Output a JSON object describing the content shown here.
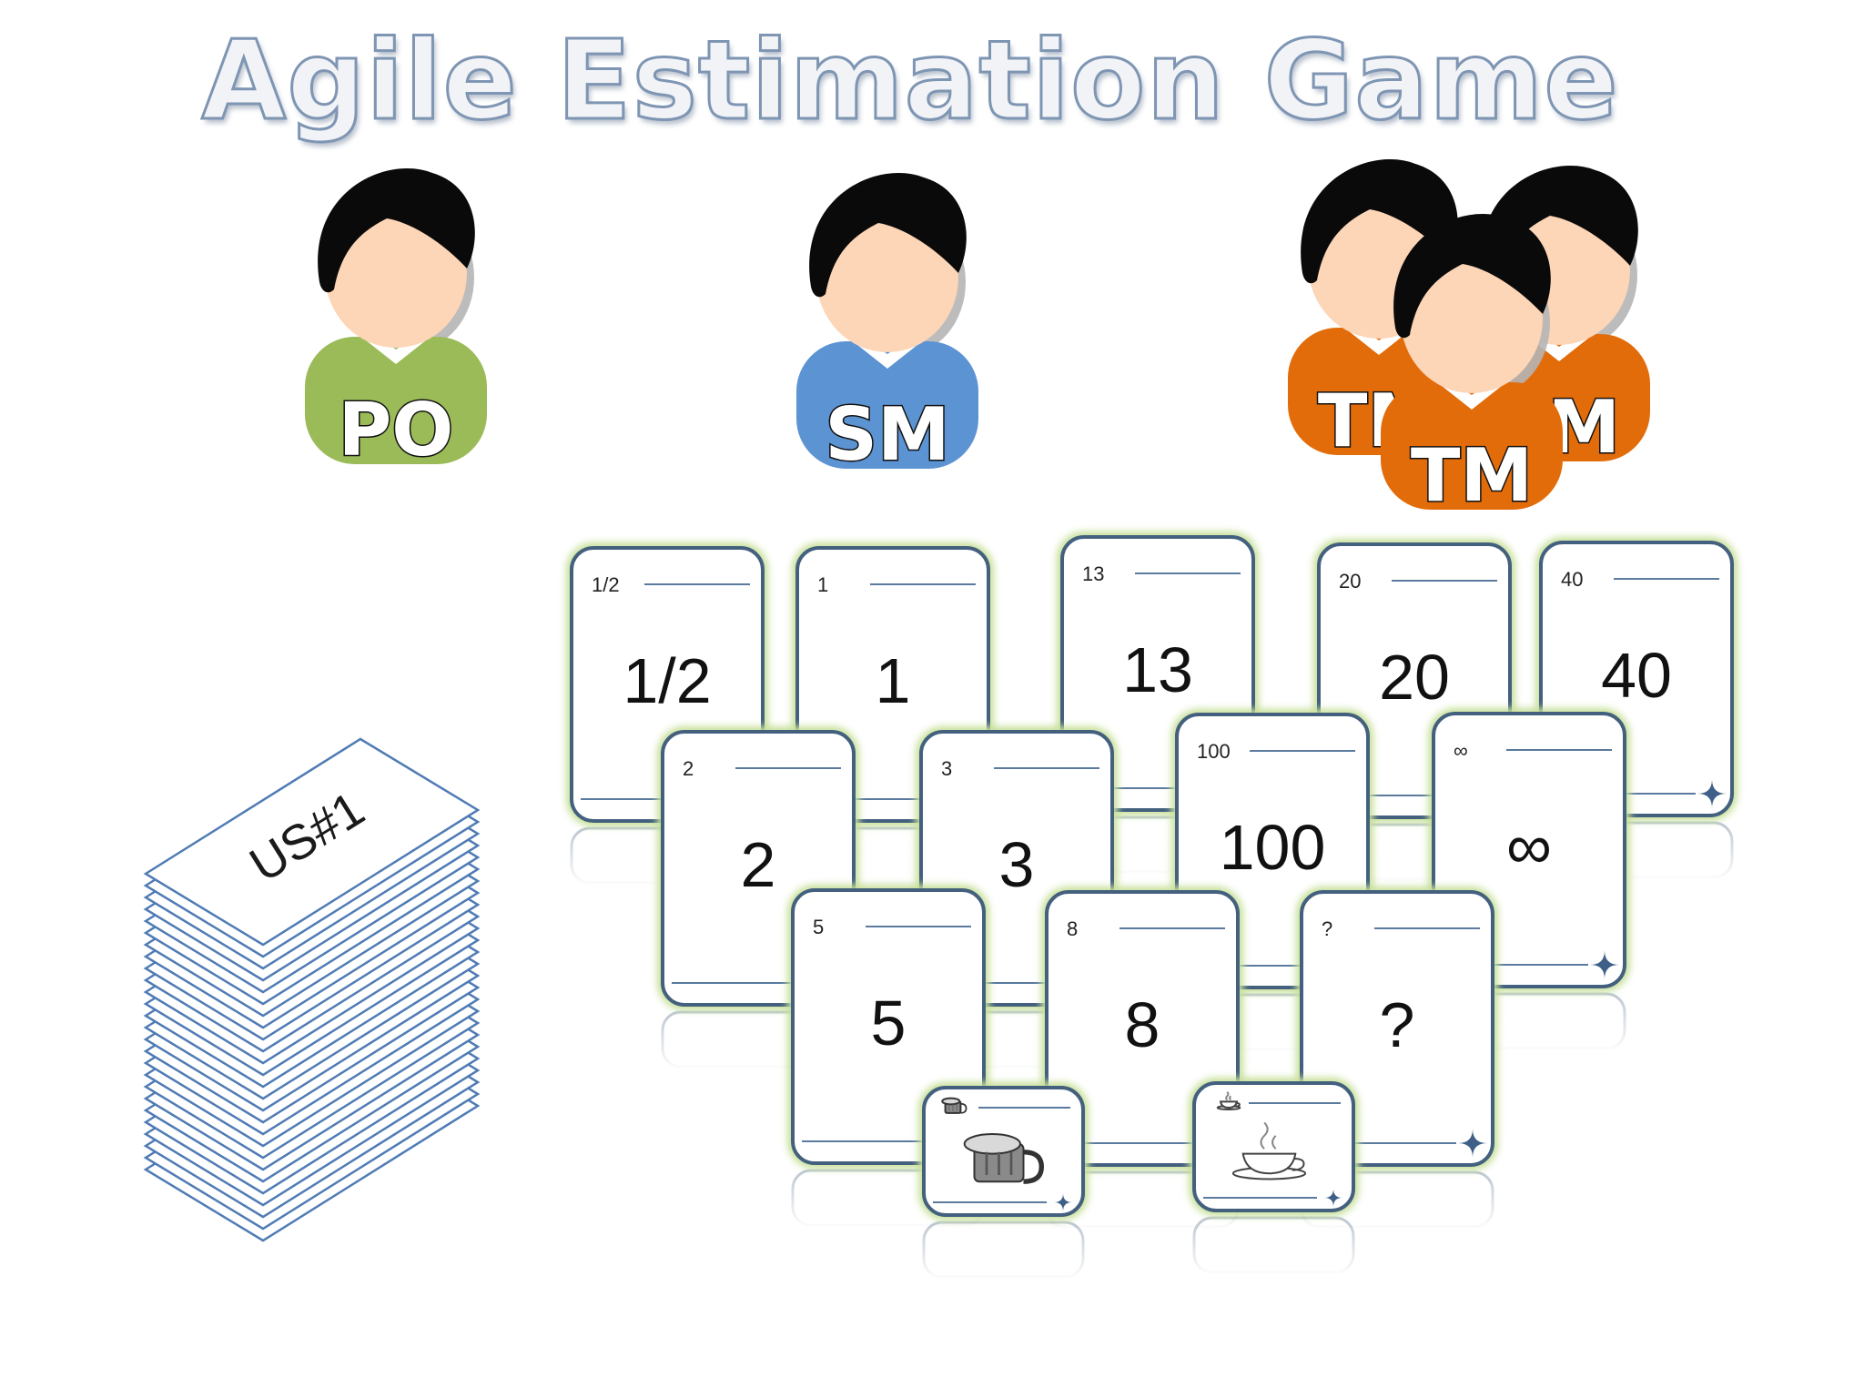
{
  "title": "Agile Estimation Game",
  "roles": [
    {
      "label": "PO",
      "shirt": "#9bbb59"
    },
    {
      "label": "SM",
      "shirt": "#5b93d3"
    },
    {
      "label": "TM",
      "shirt": "#e36c0a"
    },
    {
      "label": "TM",
      "shirt": "#e36c0a"
    },
    {
      "label": "TM",
      "shirt": "#e36c0a"
    }
  ],
  "story_stack": {
    "label": "US#1"
  },
  "cards": [
    {
      "small": "1/2",
      "big": "1/2"
    },
    {
      "small": "1",
      "big": "1"
    },
    {
      "small": "13",
      "big": "13"
    },
    {
      "small": "20",
      "big": "20"
    },
    {
      "small": "40",
      "big": "40"
    },
    {
      "small": "2",
      "big": "2"
    },
    {
      "small": "3",
      "big": "3"
    },
    {
      "small": "100",
      "big": "100"
    },
    {
      "small": "∞",
      "big": "∞"
    },
    {
      "small": "5",
      "big": "5"
    },
    {
      "small": "8",
      "big": "8"
    },
    {
      "small": "?",
      "big": "?"
    },
    {
      "icon": "beer-mug-icon"
    },
    {
      "icon": "coffee-cup-icon"
    }
  ],
  "colors": {
    "card_border": "#44607f",
    "card_glow": "#c7e09a",
    "stack_line": "#4f7bb5",
    "hair": "#0a0a0a",
    "skin": "#fdd5b7"
  }
}
